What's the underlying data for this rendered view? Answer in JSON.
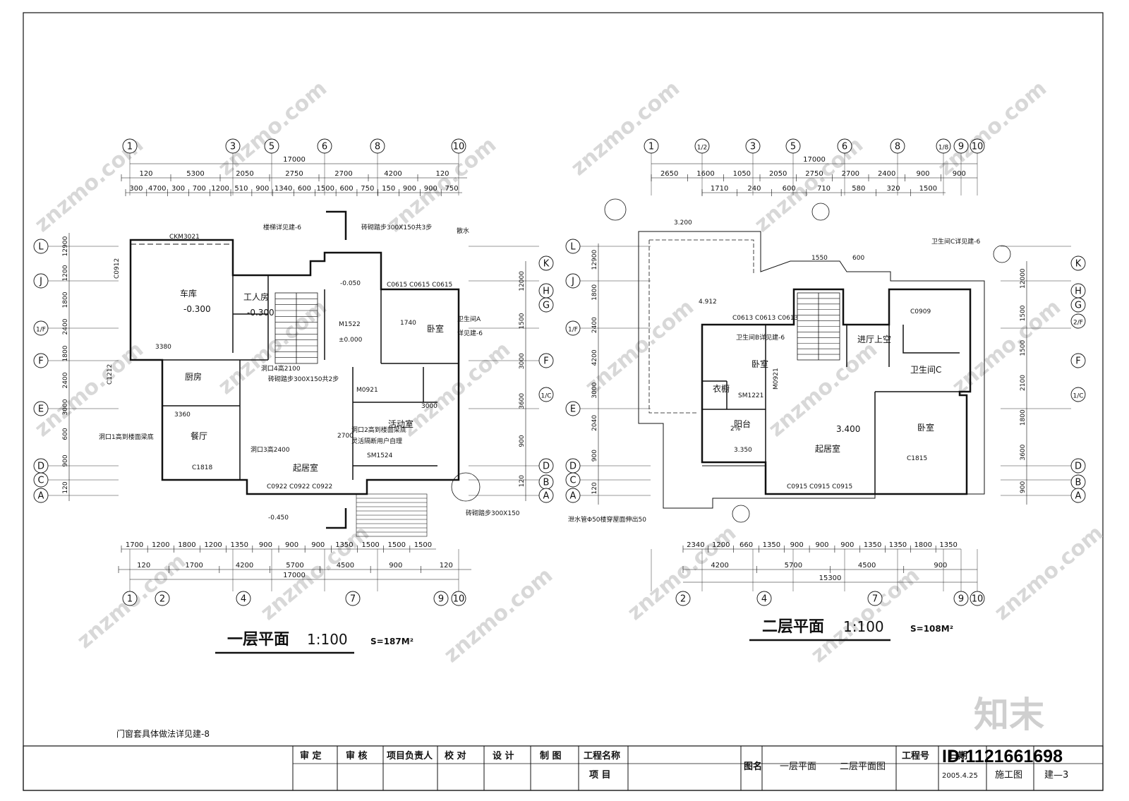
{
  "watermark": "znzmo.com",
  "logo_text": "知末",
  "id_tag": "ID:1121661698",
  "footnote": "门窗套具体做法详见建-8",
  "left_plan": {
    "title": "一层平面",
    "scale": "1:100",
    "area": "S=187M²",
    "top_axes": [
      "1",
      "3",
      "5",
      "6",
      "8",
      "10"
    ],
    "bottom_axes": [
      "1",
      "2",
      "4",
      "7",
      "9",
      "10"
    ],
    "left_axes": [
      "L",
      "J",
      "1/F",
      "F",
      "E",
      "D",
      "C",
      "A"
    ],
    "right_axes": [
      "K",
      "H",
      "G",
      "F",
      "1/C",
      "D",
      "B",
      "A"
    ],
    "dim_top_total": "17000",
    "dim_top_row1": [
      "120",
      "5300",
      "2050",
      "2750",
      "2700",
      "4200",
      "120"
    ],
    "dim_top_row2": [
      "300",
      "4700",
      "300",
      "700",
      "1200",
      "510",
      "900",
      "1340",
      "600",
      "1500",
      "600",
      "750",
      "150",
      "900",
      "900",
      "750"
    ],
    "dim_bottom_row1": [
      "1700",
      "1200",
      "1800",
      "1200",
      "1350",
      "900",
      "900",
      "900",
      "1350",
      "1500",
      "1500",
      "1500"
    ],
    "dim_bottom_row2": [
      "120",
      "1700",
      "4200",
      "5700",
      "4500",
      "900",
      "120"
    ],
    "dim_bottom_total": "17000",
    "dim_left": [
      "12900",
      "1200",
      "1800",
      "2400",
      "1800",
      "2400",
      "3000",
      "600",
      "900",
      "120"
    ],
    "dim_right": [
      "12000",
      "1500",
      "3000",
      "3600",
      "900",
      "120"
    ],
    "rooms": [
      {
        "label": "车库",
        "level": "-0.300"
      },
      {
        "label": "工人房",
        "level": "-0.300"
      },
      {
        "label": "卧室"
      },
      {
        "label": "厨房"
      },
      {
        "label": "餐厅"
      },
      {
        "label": "起居室"
      },
      {
        "label": "活动室"
      }
    ],
    "notes": [
      "CKM3021",
      "楼梯详见建-6",
      "砖砌踏步300X150共3步",
      "散水",
      "C1212",
      "C0912",
      "M1522",
      "C0615 C0615 C0615",
      "卫生间A",
      "详见建-6",
      "洞口4高2100",
      "砖砌踏步300X150共2步",
      "M0921",
      "SM1524",
      "洞口1高到楼面梁底",
      "洞口3高2400",
      "洞口2高到楼面梁底",
      "灵活隔断用户自理",
      "C1818",
      "C0922 C0922 C0922",
      "砖砌踏步300X150",
      "3380",
      "3360",
      "3000",
      "±0.000",
      "-0.050",
      "-0.450",
      "1740",
      "2700"
    ]
  },
  "right_plan": {
    "title": "二层平面",
    "scale": "1:100",
    "area": "S=108M²",
    "top_axes": [
      "1",
      "1/2",
      "3",
      "5",
      "6",
      "8",
      "1/8",
      "9",
      "10"
    ],
    "bottom_axes": [
      "2",
      "4",
      "7",
      "9",
      "10"
    ],
    "left_axes": [
      "L",
      "J",
      "1/F",
      "E",
      "D",
      "C",
      "A"
    ],
    "right_axes": [
      "K",
      "H",
      "G",
      "2/F",
      "F",
      "1/C",
      "D",
      "B",
      "A"
    ],
    "dim_top_total": "17000",
    "dim_top_row1": [
      "2650",
      "1600",
      "1050",
      "2050",
      "2750",
      "2700",
      "2400",
      "900",
      "900"
    ],
    "dim_top_row2": [
      "1710",
      "240",
      "600",
      "710",
      "580",
      "320",
      "1500"
    ],
    "dim_bottom_row1": [
      "2340",
      "1200",
      "660",
      "1350",
      "900",
      "900",
      "900",
      "1350",
      "1350",
      "1800",
      "1350"
    ],
    "dim_bottom_row2": [
      "4200",
      "5700",
      "4500",
      "900"
    ],
    "dim_bottom_total": "15300",
    "dim_left": [
      "12900",
      "1800",
      "2400",
      "4200",
      "3000",
      "2040",
      "900",
      "120"
    ],
    "dim_right": [
      "12000",
      "1500",
      "1500",
      "2100",
      "1800",
      "3600",
      "900"
    ],
    "rooms": [
      {
        "label": "卧室"
      },
      {
        "label": "卧室"
      },
      {
        "label": "起居室",
        "level": "3.400"
      },
      {
        "label": "阳台"
      },
      {
        "label": "衣橱"
      },
      {
        "label": "进厅上空"
      },
      {
        "label": "卫生间C"
      }
    ],
    "notes": [
      "3.200",
      "4.912",
      "C0613 C0613 C0613",
      "卫生间B详见建-6",
      "卫生间C详见建-6",
      "C0909",
      "SM1221",
      "M0921",
      "C0915 C0915 C0915",
      "C1815",
      "3.350",
      "2%",
      "泄水管Φ50楼穿屋面伸出50",
      "1550",
      "600"
    ]
  },
  "title_block": {
    "headers": [
      "审 定",
      "审 核",
      "项目负责人",
      "校 对",
      "设 计",
      "制 图"
    ],
    "project_name_label": "工程名称",
    "item_label": "项 目",
    "drawing_name_label": "图名",
    "drawing_names": [
      "一层平面",
      "二层平面图"
    ],
    "project_no_label": "工程号",
    "date_label": "日期",
    "date_value": "2005.4.25",
    "stage": "施工图",
    "sheet_no": "建—3"
  }
}
